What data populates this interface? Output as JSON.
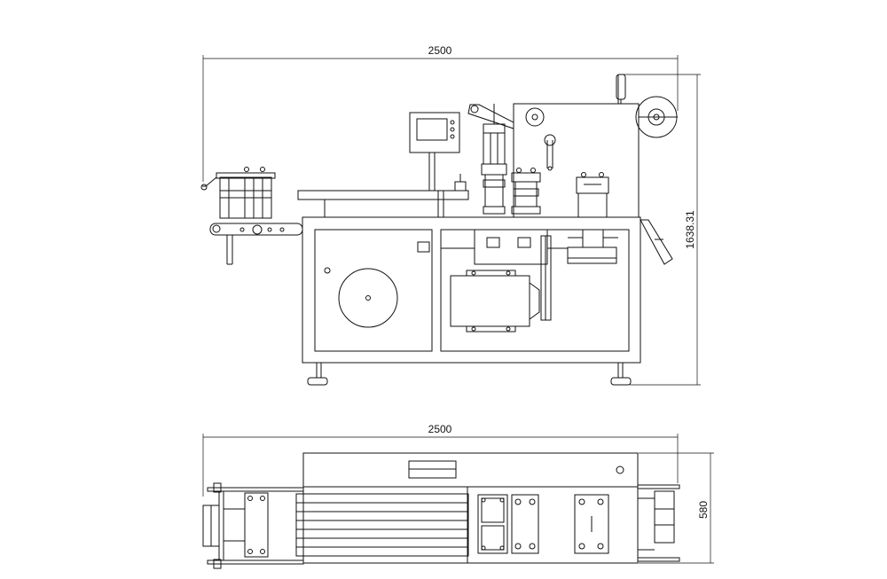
{
  "drawing": {
    "front_view": {
      "width_dimension": "2500",
      "height_dimension": "1638.31"
    },
    "top_view": {
      "width_dimension": "2500",
      "depth_dimension": "580"
    }
  }
}
